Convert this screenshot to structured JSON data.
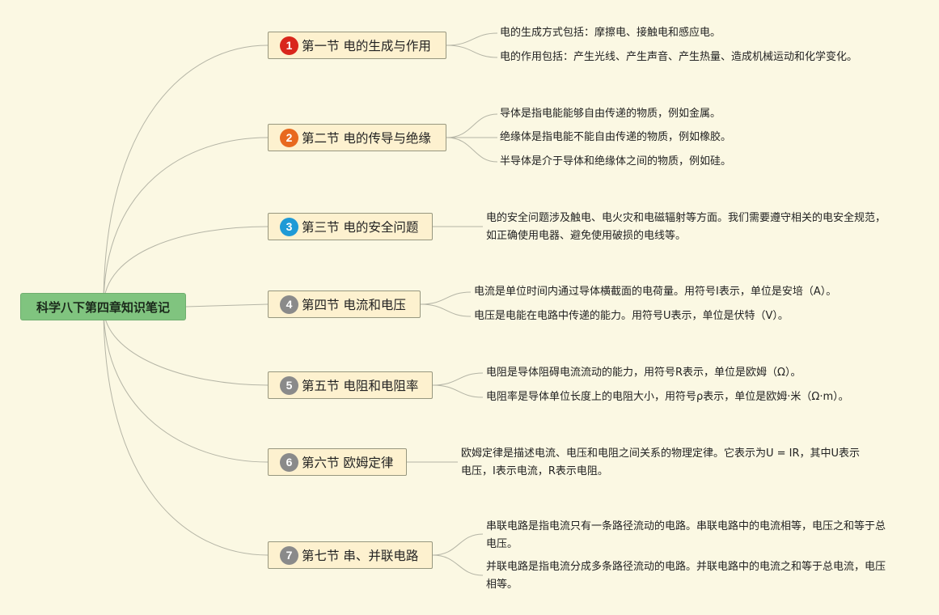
{
  "root": {
    "label": "科学八下第四章知识笔记",
    "color": "#80c47f"
  },
  "sections": [
    {
      "number": "1",
      "title": "第一节 电的生成与作用",
      "badge_color": "#d9261c",
      "notes": [
        "电的生成方式包括：摩擦电、接触电和感应电。",
        "电的作用包括：产生光线、产生声音、产生热量、造成机械运动和化学变化。"
      ]
    },
    {
      "number": "2",
      "title": "第二节 电的传导与绝缘",
      "badge_color": "#e8691f",
      "notes": [
        "导体是指电能能够自由传递的物质，例如金属。",
        "绝缘体是指电能不能自由传递的物质，例如橡胶。",
        "半导体是介于导体和绝缘体之间的物质，例如硅。"
      ]
    },
    {
      "number": "3",
      "title": "第三节 电的安全问题",
      "badge_color": "#1f9ad6",
      "notes": [
        "电的安全问题涉及触电、电火灾和电磁辐射等方面。我们需要遵守相关的电安全规范，如正确使用电器、避免使用破损的电线等。"
      ]
    },
    {
      "number": "4",
      "title": "第四节 电流和电压",
      "badge_color": "#8a8a8a",
      "notes": [
        "电流是单位时间内通过导体横截面的电荷量。用符号I表示，单位是安培（A）。",
        "电压是电能在电路中传递的能力。用符号U表示，单位是伏特（V）。"
      ]
    },
    {
      "number": "5",
      "title": "第五节 电阻和电阻率",
      "badge_color": "#8a8a8a",
      "notes": [
        "电阻是导体阻碍电流流动的能力，用符号R表示，单位是欧姆（Ω）。",
        "电阻率是导体单位长度上的电阻大小，用符号ρ表示，单位是欧姆·米（Ω·m）。"
      ]
    },
    {
      "number": "6",
      "title": "第六节 欧姆定律",
      "badge_color": "#8a8a8a",
      "notes": [
        "欧姆定律是描述电流、电压和电阻之间关系的物理定律。它表示为U = IR，其中U表示电压，I表示电流，R表示电阻。"
      ]
    },
    {
      "number": "7",
      "title": "第七节 串、并联电路",
      "badge_color": "#8a8a8a",
      "notes": [
        "串联电路是指电流只有一条路径流动的电路。串联电路中的电流相等，电压之和等于总电压。",
        "并联电路是指电流分成多条路径流动的电路。并联电路中的电流之和等于总电流，电压相等。"
      ]
    }
  ]
}
